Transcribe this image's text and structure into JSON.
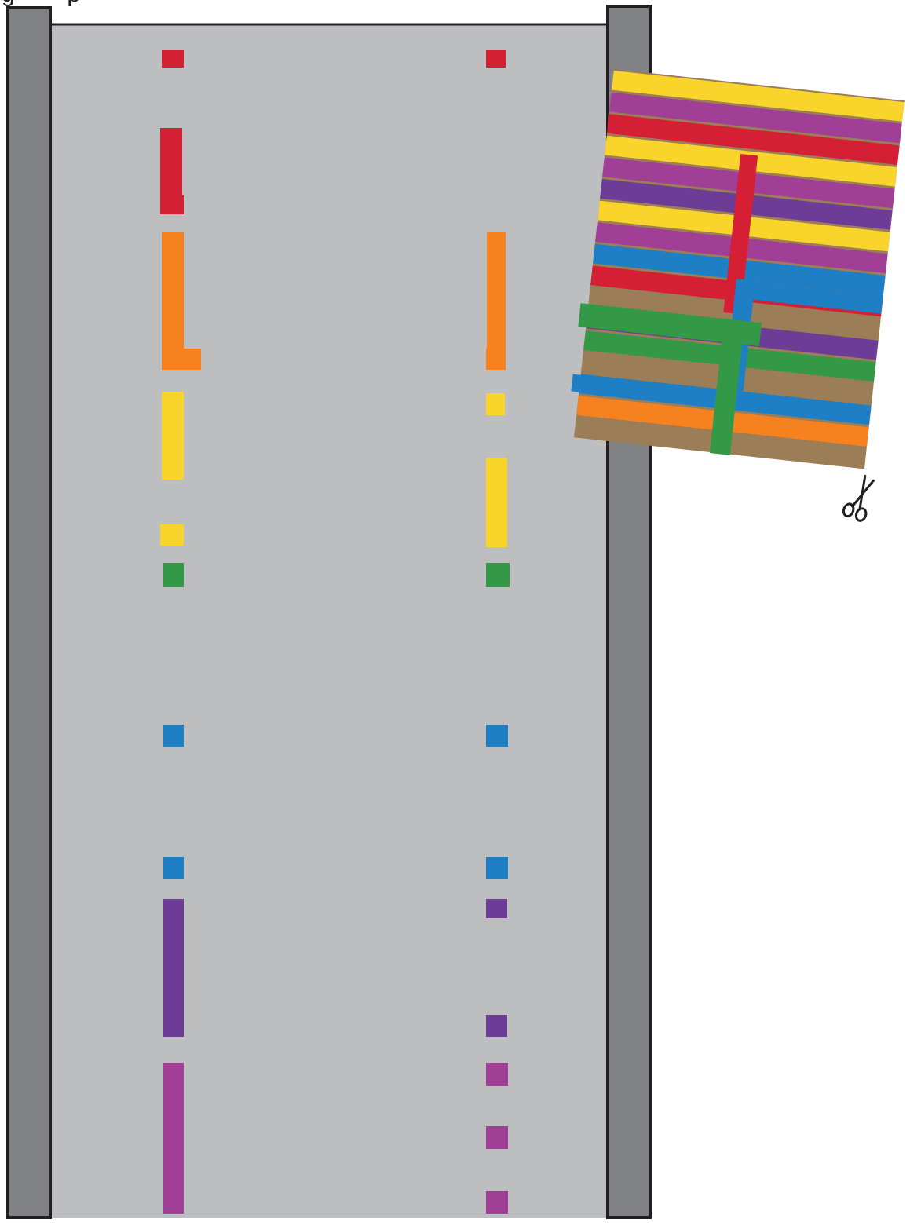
{
  "figure": {
    "top_text": "g        p",
    "colors": {
      "background": "#ffffff",
      "outline": "#231f20",
      "roller": "#808285",
      "warp_field": "#bcbec0",
      "red": "#d41f34",
      "orange": "#f5821f",
      "yellow": "#f9d42a",
      "green": "#339947",
      "blue": "#1f7fc4",
      "indigo": "#6d3c96",
      "magenta": "#a13e95",
      "tan": "#9b7d58"
    },
    "left_column_colors": [
      "red",
      "red",
      "orange",
      "yellow",
      "yellow",
      "green",
      "blue",
      "blue",
      "indigo",
      "magenta"
    ],
    "right_column_colors": [
      "red",
      "orange",
      "orange",
      "yellow",
      "yellow",
      "green",
      "blue",
      "blue",
      "indigo",
      "indigo",
      "magenta",
      "magenta",
      "magenta"
    ],
    "woven_sample": {
      "weft_colors_top_to_bottom": [
        "yellow",
        "magenta",
        "red",
        "yellow",
        "magenta",
        "indigo",
        "yellow",
        "magenta",
        "blue",
        "red",
        "tan",
        "indigo",
        "green",
        "tan",
        "blue",
        "orange",
        "tan"
      ],
      "pattern_letters_colors": [
        "red",
        "blue",
        "green"
      ]
    },
    "scissors_icon": "scissors-icon"
  }
}
